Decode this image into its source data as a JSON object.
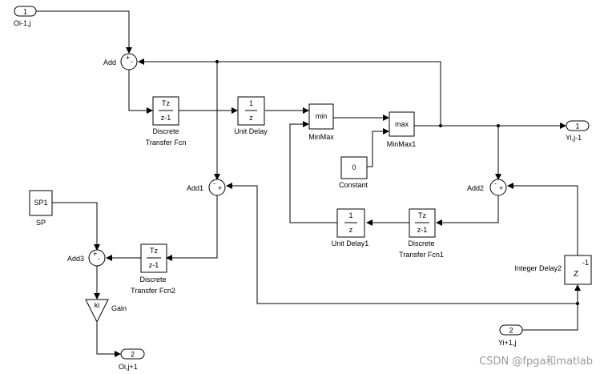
{
  "ports": {
    "in1": {
      "number": "1",
      "label": "Oi-1,j"
    },
    "in2": {
      "number": "2",
      "label": "Yi+1,j"
    },
    "out1": {
      "number": "1",
      "label": "Yi,j-1"
    },
    "out2": {
      "number": "2",
      "label": "Oi,j+1"
    }
  },
  "sums": {
    "add": {
      "label": "Add",
      "signs": [
        "+",
        "-"
      ]
    },
    "add1": {
      "label": "Add1",
      "signs": [
        "-",
        "+"
      ]
    },
    "add2": {
      "label": "Add2",
      "signs": [
        "-",
        "+"
      ]
    },
    "add3": {
      "label": "Add3",
      "signs": [
        "+",
        "-"
      ]
    }
  },
  "blocks": {
    "dtf": {
      "label_line1": "Discrete",
      "label_line2": "Transfer Fcn",
      "num": "Tz",
      "den": "z-1"
    },
    "dtf1": {
      "label_line1": "Discrete",
      "label_line2": "Transfer Fcn1",
      "num": "Tz",
      "den": "z-1"
    },
    "dtf2": {
      "label_line1": "Discrete",
      "label_line2": "Transfer Fcn2",
      "num": "Tz",
      "den": "z-1"
    },
    "ud": {
      "label": "Unit Delay",
      "num": "1",
      "den": "z"
    },
    "ud1": {
      "label": "Unit Delay1",
      "num": "1",
      "den": "z"
    },
    "minmax": {
      "label": "MinMax",
      "text": "min"
    },
    "minmax1": {
      "label": "MinMax1",
      "text": "max"
    },
    "constant": {
      "label": "Constant",
      "value": "0"
    },
    "sp": {
      "label": "SP",
      "text": "SP1"
    },
    "gain": {
      "label": "Gain",
      "text": "ki"
    },
    "intdelay": {
      "label": "Integer Delay2",
      "text_top": "-1",
      "text_main": "Z"
    }
  },
  "watermark": "CSDN @fpga和matlab"
}
